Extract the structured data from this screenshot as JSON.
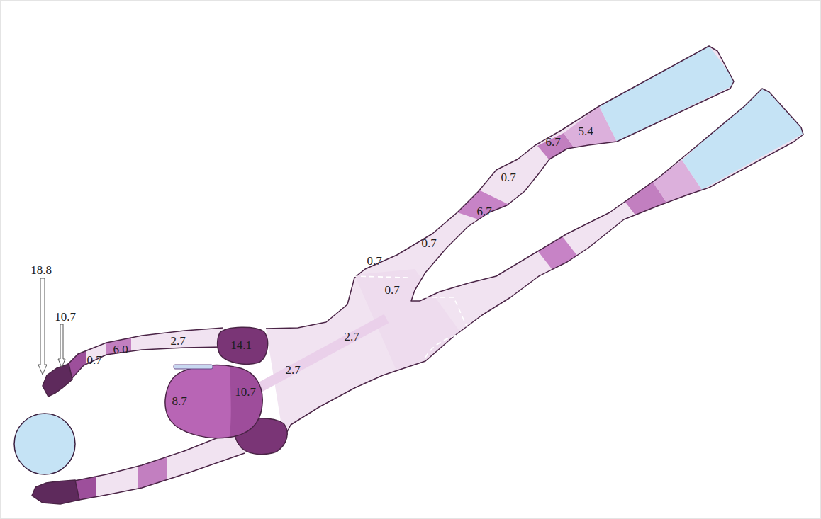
{
  "diagram": {
    "labels": [
      "18.8",
      "10.7",
      "0.7",
      "6.0",
      "2.7",
      "14.1",
      "2.7",
      "0.7",
      "0.7",
      "0.7",
      "6.7",
      "0.7",
      "6.7",
      "5.4",
      "8.7",
      "10.7",
      "2.7"
    ]
  }
}
